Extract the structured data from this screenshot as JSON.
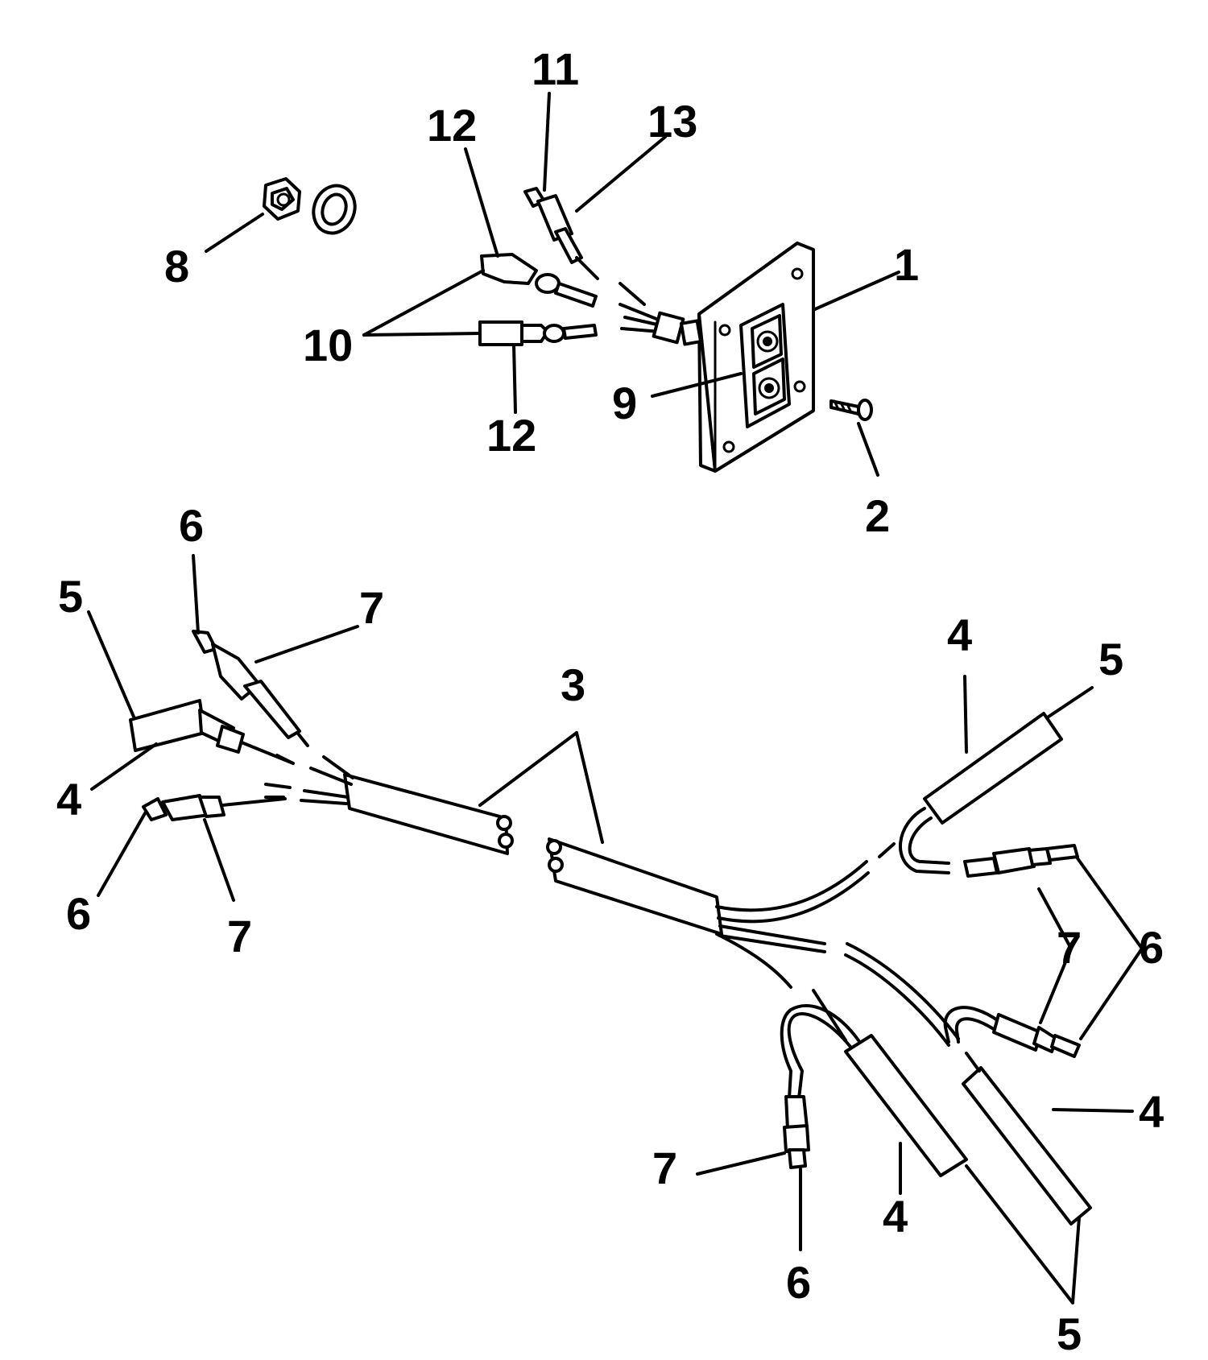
{
  "diagram": {
    "callouts": [
      {
        "id": "c11",
        "text": "11"
      },
      {
        "id": "c13",
        "text": "13"
      },
      {
        "id": "c12a",
        "text": "12"
      },
      {
        "id": "c8",
        "text": "8"
      },
      {
        "id": "c1",
        "text": "1"
      },
      {
        "id": "c10",
        "text": "10"
      },
      {
        "id": "c9",
        "text": "9"
      },
      {
        "id": "c12b",
        "text": "12"
      },
      {
        "id": "c2",
        "text": "2"
      },
      {
        "id": "c6a",
        "text": "6"
      },
      {
        "id": "c5a",
        "text": "5"
      },
      {
        "id": "c7a",
        "text": "7"
      },
      {
        "id": "c3",
        "text": "3"
      },
      {
        "id": "c4a",
        "text": "4"
      },
      {
        "id": "c5b",
        "text": "5"
      },
      {
        "id": "c4b",
        "text": "4"
      },
      {
        "id": "c6b",
        "text": "6"
      },
      {
        "id": "c7b",
        "text": "7"
      },
      {
        "id": "c7c",
        "text": "7"
      },
      {
        "id": "c6c",
        "text": "6"
      },
      {
        "id": "c4c",
        "text": "4"
      },
      {
        "id": "c7d",
        "text": "7"
      },
      {
        "id": "c4d",
        "text": "4"
      },
      {
        "id": "c6d",
        "text": "6"
      },
      {
        "id": "c5c",
        "text": "5"
      }
    ]
  }
}
